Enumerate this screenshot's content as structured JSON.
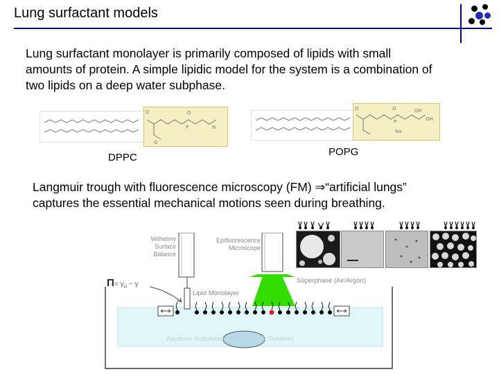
{
  "slide": {
    "title": "Lung surfactant models",
    "intro": "Lung surfactant monolayer is primarily composed of lipids with small amounts of protein. A simple lipidic model for the system is a combination of two lipids on a deep water subphase.",
    "dppc_label": "DPPC",
    "popg_label": "POPG",
    "langmuir_pre": "Langmuir trough with fluorescence microscopy (FM) ",
    "langmuir_arrow": "⇒",
    "langmuir_post": "“artificial lungs” captures the essential mechanical motions seen during breathing."
  },
  "diagram": {
    "wilhelmy_line1": "Wilhelmy",
    "wilhelmy_line2": "Surface",
    "wilhelmy_line3": "Balance",
    "epi_line1": "Epifluorescence",
    "epi_line2": "Microscope",
    "pi_symbol": "Π",
    "pi_equation": "= γ",
    "pi_sub": "o",
    "pi_minus": " − γ",
    "lipid_monolayer": "Lipid Monolayer",
    "superphase": "Superphase (Air/Argon)",
    "subphase": "Aqueous Subphase (Water or Salt Solution)"
  },
  "colors": {
    "title_rule": "#000080",
    "molecule_box": "#f4f0c4",
    "subphase": "#e0f6f8",
    "beam": "#33dd00"
  },
  "icons": {
    "logo": "dots-logo",
    "barrier": "double-arrow-icon"
  }
}
